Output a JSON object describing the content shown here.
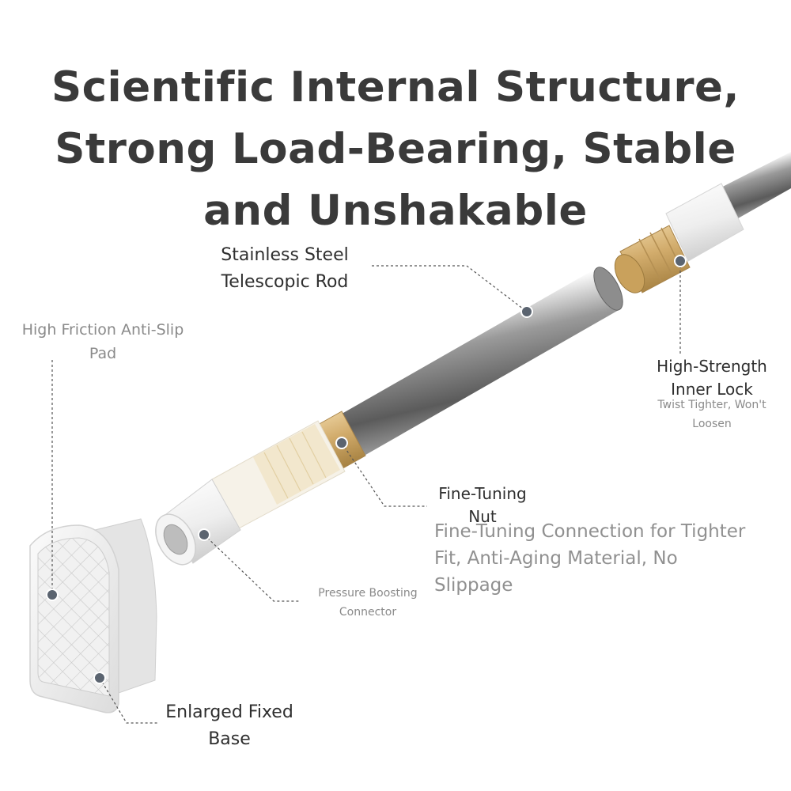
{
  "title": {
    "line1": "Scientific Internal Structure,",
    "line2": "Strong Load-Bearing, Stable",
    "line3": "and Unshakable"
  },
  "labels": {
    "rod": {
      "line1": "Stainless Steel",
      "line2": "Telescopic Rod"
    },
    "pad": {
      "line1": "High Friction Anti-Slip",
      "line2": "Pad"
    },
    "lock": {
      "line1": "High-Strength",
      "line2": "Inner Lock"
    },
    "lock_sub": {
      "line1": "Twist Tighter, Won't",
      "line2": "Loosen"
    },
    "nut": {
      "line1": "Fine-Tuning",
      "line2": "Nut"
    },
    "nut_desc": {
      "line1": "Fine-Tuning Connection for Tighter",
      "line2": "Fit, Anti-Aging Material, No",
      "line3": "Slippage"
    },
    "connector": {
      "line1": "Pressure Boosting",
      "line2": "Connector"
    },
    "base": {
      "line1": "Enlarged Fixed",
      "line2": "Base"
    }
  },
  "colors": {
    "title": "#3a3a3a",
    "label": "#2f2f2f",
    "sublabel": "#8a8a8a",
    "gold": "#d9b77a",
    "white_part": "#f2f2f2",
    "leader": "#555555"
  }
}
